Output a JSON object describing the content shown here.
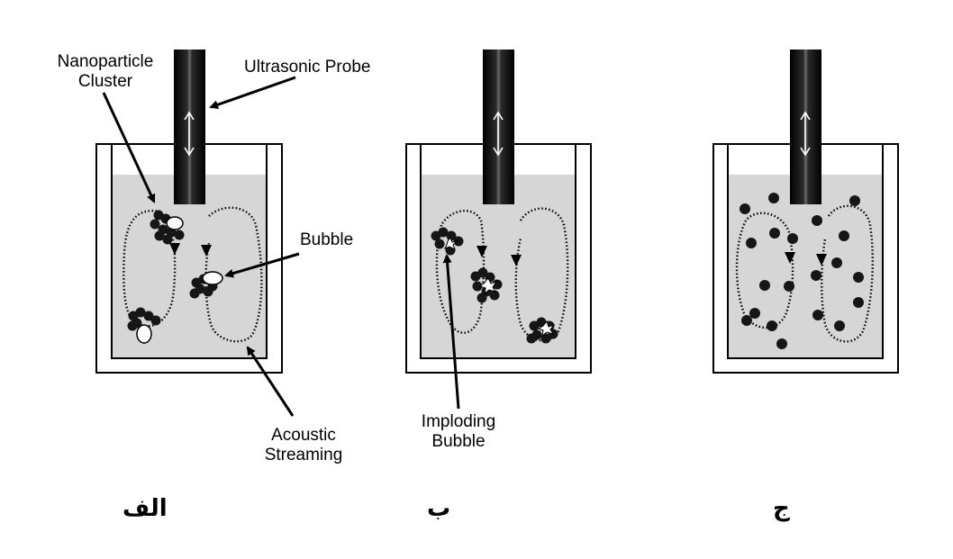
{
  "labels": {
    "nanoparticle_cluster_line1": "Nanoparticle",
    "nanoparticle_cluster_line2": "Cluster",
    "ultrasonic_probe": "Ultrasonic Probe",
    "bubble": "Bubble",
    "acoustic_streaming_line1": "Acoustic",
    "acoustic_streaming_line2": "Streaming",
    "imploding_bubble_line1": "Imploding",
    "imploding_bubble_line2": "Bubble"
  },
  "panels": [
    {
      "label": "الف"
    },
    {
      "label": "ب"
    },
    {
      "label": "ج"
    }
  ],
  "colors": {
    "liquid": "#d6d6d6",
    "container_border": "#000000",
    "probe": "#111111",
    "particle": "#161616",
    "bubble": "#ffffff"
  }
}
